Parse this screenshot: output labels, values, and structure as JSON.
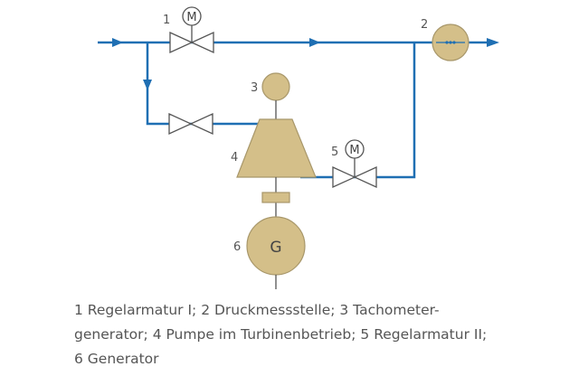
{
  "colors": {
    "flow": "#1f6fb3",
    "body": "#d4bf89",
    "body_stroke": "#a8976a",
    "line": "#555555"
  },
  "components": [
    {
      "number": "1",
      "symbol": "M"
    },
    {
      "number": "2"
    },
    {
      "number": "3"
    },
    {
      "number": "4"
    },
    {
      "number": "5",
      "symbol": "M"
    },
    {
      "number": "6",
      "symbol": "G"
    }
  ],
  "caption": {
    "lines": [
      "1 Regelarmatur I; 2 Druckmessstelle; 3 Tachometer-",
      "generator; 4 Pumpe im Turbinenbetrieb; 5 Regelarmatur II;",
      "6 Generator"
    ]
  }
}
